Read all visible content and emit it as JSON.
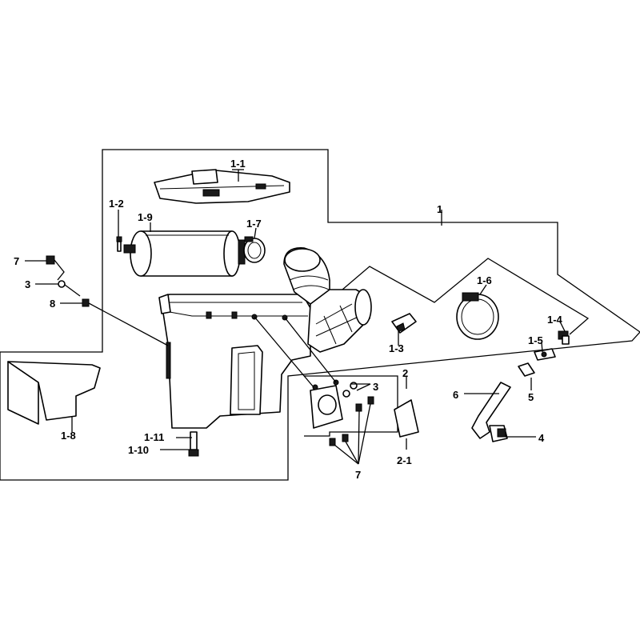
{
  "labels": {
    "l1": "1",
    "l1_1": "1-1",
    "l1_2": "1-2",
    "l1_3": "1-3",
    "l1_4": "1-4",
    "l1_5": "1-5",
    "l1_6": "1-6",
    "l1_7": "1-7",
    "l1_8": "1-8",
    "l1_9": "1-9",
    "l1_10": "1-10",
    "l1_11": "1-11",
    "l2": "2",
    "l2_1": "2-1",
    "l3_left": "3",
    "l3_right": "3",
    "l4": "4",
    "l5": "5",
    "l6": "6",
    "l7_left": "7",
    "l7_bottom": "7",
    "l8": "8"
  }
}
